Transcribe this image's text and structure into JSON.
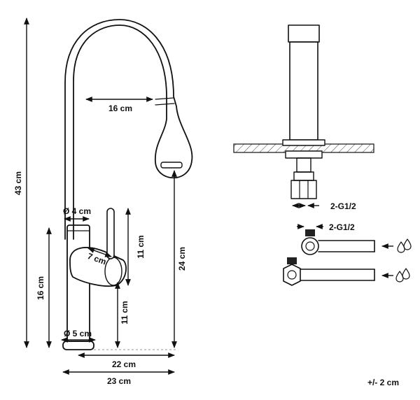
{
  "faucet_dimensions": {
    "total_height": "43 cm",
    "spout_reach": "16 cm",
    "body_diameter": "Ø 4 cm",
    "handle_length": "7 cm",
    "handle_height": "11 cm",
    "body_height": "16 cm",
    "spout_height": "24 cm",
    "lower_height": "11 cm",
    "base_diameter": "Ø 5 cm",
    "base_to_spout": "22 cm",
    "total_width": "23 cm"
  },
  "connections": {
    "thread_size_upper": "2-G1/2",
    "thread_size_lower": "2-G1/2"
  },
  "tolerance": "+/- 2 cm"
}
